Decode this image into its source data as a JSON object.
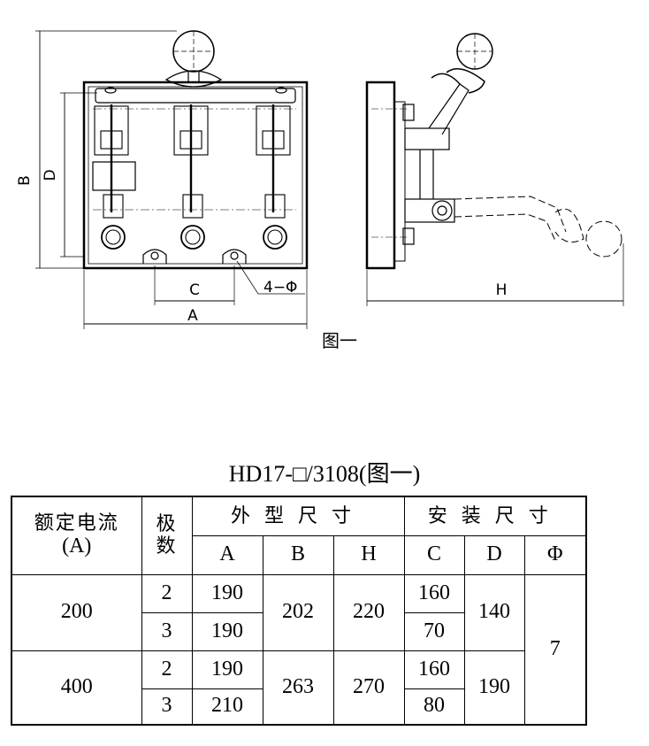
{
  "figure": {
    "caption": "图一",
    "front_view_dims": {
      "B": "B",
      "D": "D",
      "C": "C",
      "A": "A",
      "hole": "4−Φ"
    },
    "side_view_dims": {
      "H": "H"
    }
  },
  "table": {
    "title": "HD17-□/3108(图一)",
    "header": {
      "rated_current_line1": "额定电流",
      "rated_current_line2": "(A)",
      "poles_line1": "极",
      "poles_line2": "数",
      "outline_group": "外型尺寸",
      "install_group": "安装尺寸",
      "col_A": "A",
      "col_B": "B",
      "col_H": "H",
      "col_C": "C",
      "col_D": "D",
      "col_phi": "Φ"
    },
    "rows": [
      {
        "current": "200",
        "poles": "2",
        "A": "190",
        "B": "202",
        "H": "220",
        "C": "160",
        "D": "140",
        "phi": "7"
      },
      {
        "poles": "3",
        "A": "190",
        "C": "70"
      },
      {
        "current": "400",
        "poles": "2",
        "A": "190",
        "B": "263",
        "H": "270",
        "C": "160",
        "D": "190"
      },
      {
        "poles": "3",
        "A": "210",
        "C": "80"
      }
    ]
  }
}
